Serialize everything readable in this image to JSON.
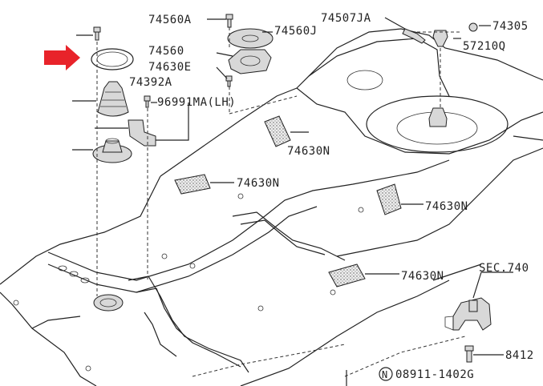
{
  "accent_color": "#e8232a",
  "labels": {
    "p74560A": "74560A",
    "p74560J": "74560J",
    "p74507JA": "74507JA",
    "p74305": "74305",
    "p57210Q": "57210Q",
    "p74560": "74560",
    "p74630E": "74630E",
    "p74392A": "74392A",
    "p96991MA": "96991MA(LH)",
    "p74630N_1": "74630N",
    "p74630N_2": "74630N",
    "p74630N_3": "74630N",
    "p74630N_4": "74630N",
    "sec740": "SEC.740",
    "p8412": "8412",
    "nut_symbol": "N",
    "p08911": "08911-1402G"
  }
}
